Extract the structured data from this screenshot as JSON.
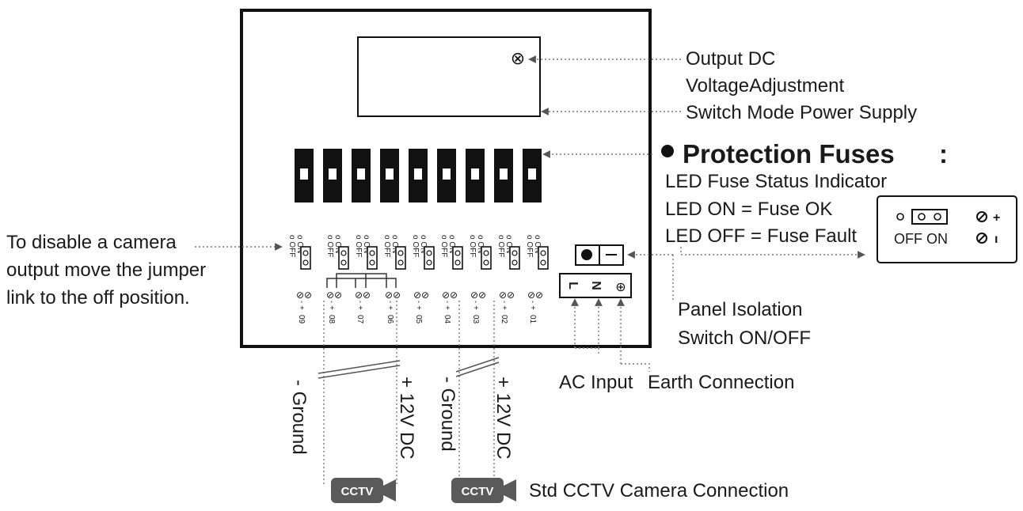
{
  "psu": {
    "voltage_adjust_symbol": "⊗"
  },
  "labels": {
    "output_dc_line1": "Output DC",
    "output_dc_line2": "VoltageAdjustment",
    "switch_mode": "Switch Mode Power Supply",
    "protection_fuses": "Protection Fuses",
    "protection_fuses_colon": ":",
    "led_fuse_status": "LED Fuse Status Indicator",
    "led_on": "LED ON = Fuse OK",
    "led_off": "LED OFF = Fuse Fault",
    "disable_line1": "To disable a camera",
    "disable_line2": "output move the jumper",
    "disable_line3": "link to the off position.",
    "panel_isolation_line1": "Panel Isolation",
    "panel_isolation_line2": "Switch ON/OFF",
    "ac_input": "AC Input",
    "earth_connection": "Earth Connection",
    "std_cctv": "Std CCTV Camera Connection",
    "ground_a": "- Ground",
    "plus12_a": "+ 12V DC",
    "ground_b": "- Ground",
    "plus12_b": "+ 12V DC"
  },
  "jumpers": {
    "off_text": "OFF",
    "on_text": "ON",
    "circle_text": "o"
  },
  "outputs": {
    "channels": [
      "09",
      "08",
      "07",
      "06",
      "05",
      "04",
      "03",
      "02",
      "01"
    ],
    "polarity": "- +",
    "screw_symbol": "⊘⊘"
  },
  "legend": {
    "off_on": "OFF ON",
    "plus_sign": "+",
    "minus_sign": "ı"
  },
  "switch": {
    "on_symbol": "●",
    "off_symbol": "—"
  },
  "ac_terminals": {
    "L": "L",
    "N": "N",
    "E": "⊕"
  },
  "cameras": [
    {
      "label": "CCTV"
    },
    {
      "label": "CCTV"
    }
  ]
}
